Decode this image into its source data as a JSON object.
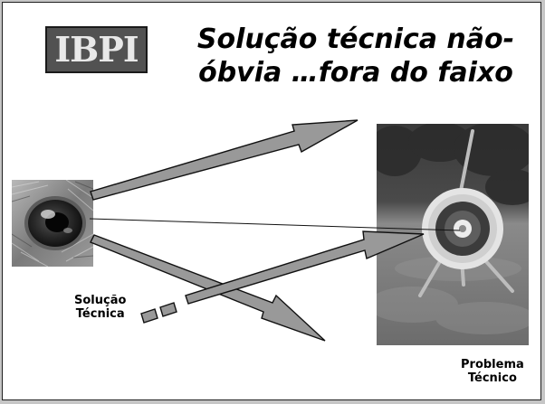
{
  "logo": {
    "text": "IBPI"
  },
  "title": {
    "line1": "Solução técnica não-",
    "line2": "óbvia …fora do faixo"
  },
  "labels": {
    "solucao_line1": "Solução",
    "solucao_line2": "Técnica",
    "problema_line1": "Problema",
    "problema_line2": "Técnico"
  },
  "colors": {
    "arrow_fill": "#999999",
    "logo_bg": "#525252",
    "slide_bg": "#ffffff",
    "page_bg": "#c6c6c6"
  },
  "images": {
    "left": "eagle-eye-photo",
    "right": "archery-target-photo"
  }
}
